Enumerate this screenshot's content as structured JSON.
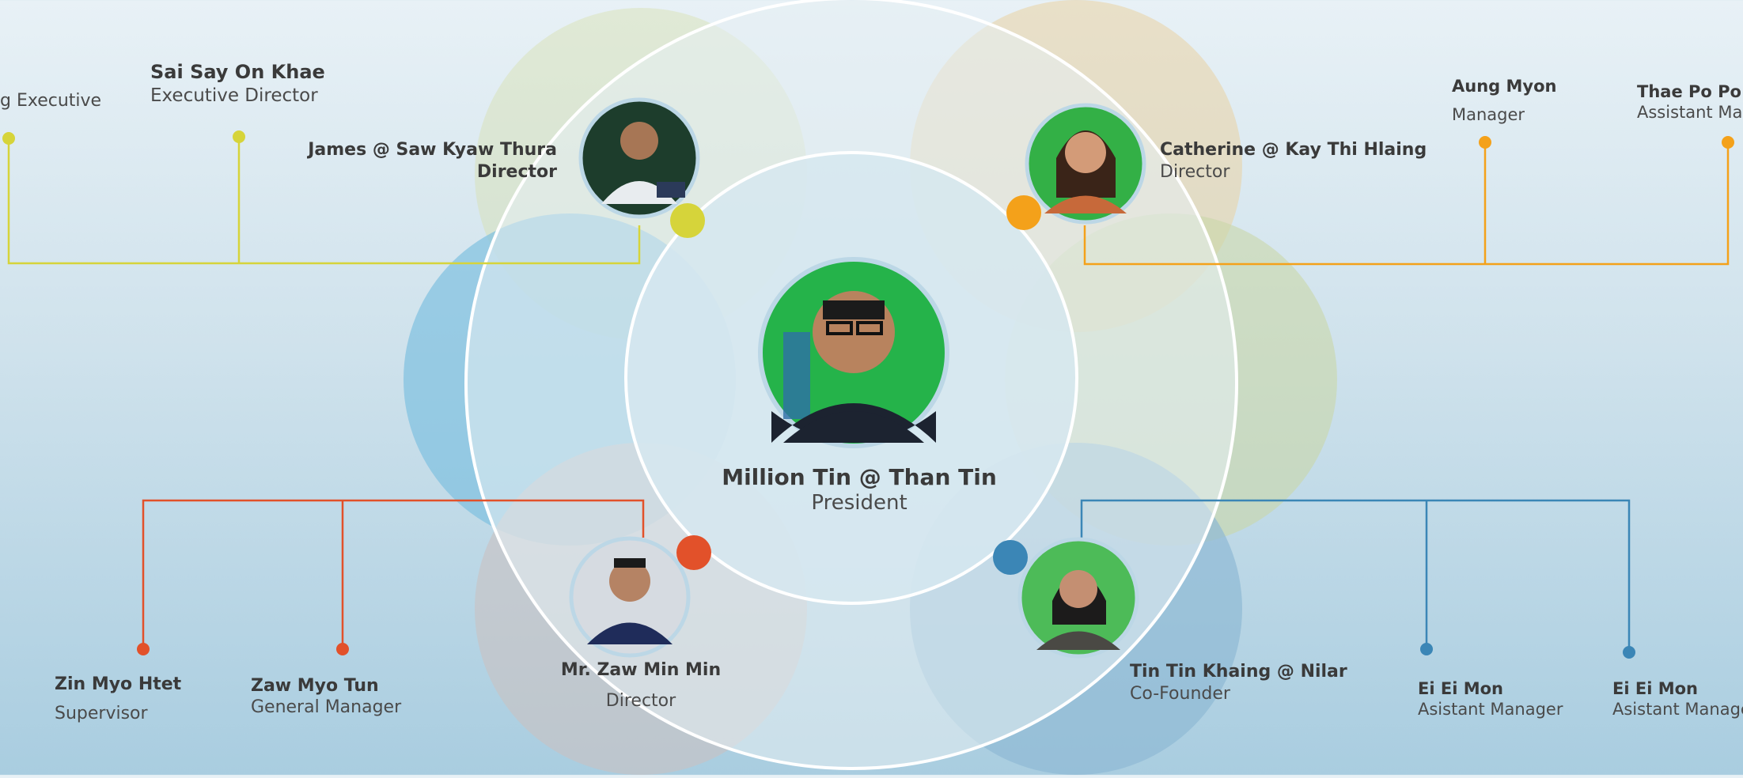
{
  "president": {
    "name": "Million Tin @ Than Tin",
    "role": "President"
  },
  "directors": {
    "top_left": {
      "name": "James @ Saw Kyaw Thura",
      "role": "Director"
    },
    "top_right": {
      "name": "Catherine @ Kay Thi Hlaing",
      "role": "Director"
    },
    "bottom_left": {
      "name": "Mr. Zaw Min Min",
      "role": "Director"
    },
    "bottom_right": {
      "name": "Tin Tin Khaing @ Nilar",
      "role": "Co-Founder"
    }
  },
  "staff": {
    "tl_1": {
      "name": "",
      "role": "g Executive"
    },
    "tl_2": {
      "name": "Sai Say On Khae",
      "role": "Executive Director"
    },
    "tr_1": {
      "name": "Aung Myon",
      "role": "Manager"
    },
    "tr_2": {
      "name": "Thae Po Po C",
      "role": "Assistant Man"
    },
    "bl_1": {
      "name": "Zin Myo Htet",
      "role": "Supervisor"
    },
    "bl_2": {
      "name": "Zaw Myo Tun",
      "role": "General Manager"
    },
    "br_1": {
      "name": "Ei Ei Mon",
      "role": "Asistant Manager"
    },
    "br_2": {
      "name": "Ei Ei Mon",
      "role": "Asistant Manage"
    }
  },
  "colors": {
    "yellow": "#d6d43a",
    "orange": "#f4a11a",
    "red": "#e2512a",
    "blue": "#3b86b6"
  },
  "icons": {
    "photo": "person-photo-icon"
  }
}
